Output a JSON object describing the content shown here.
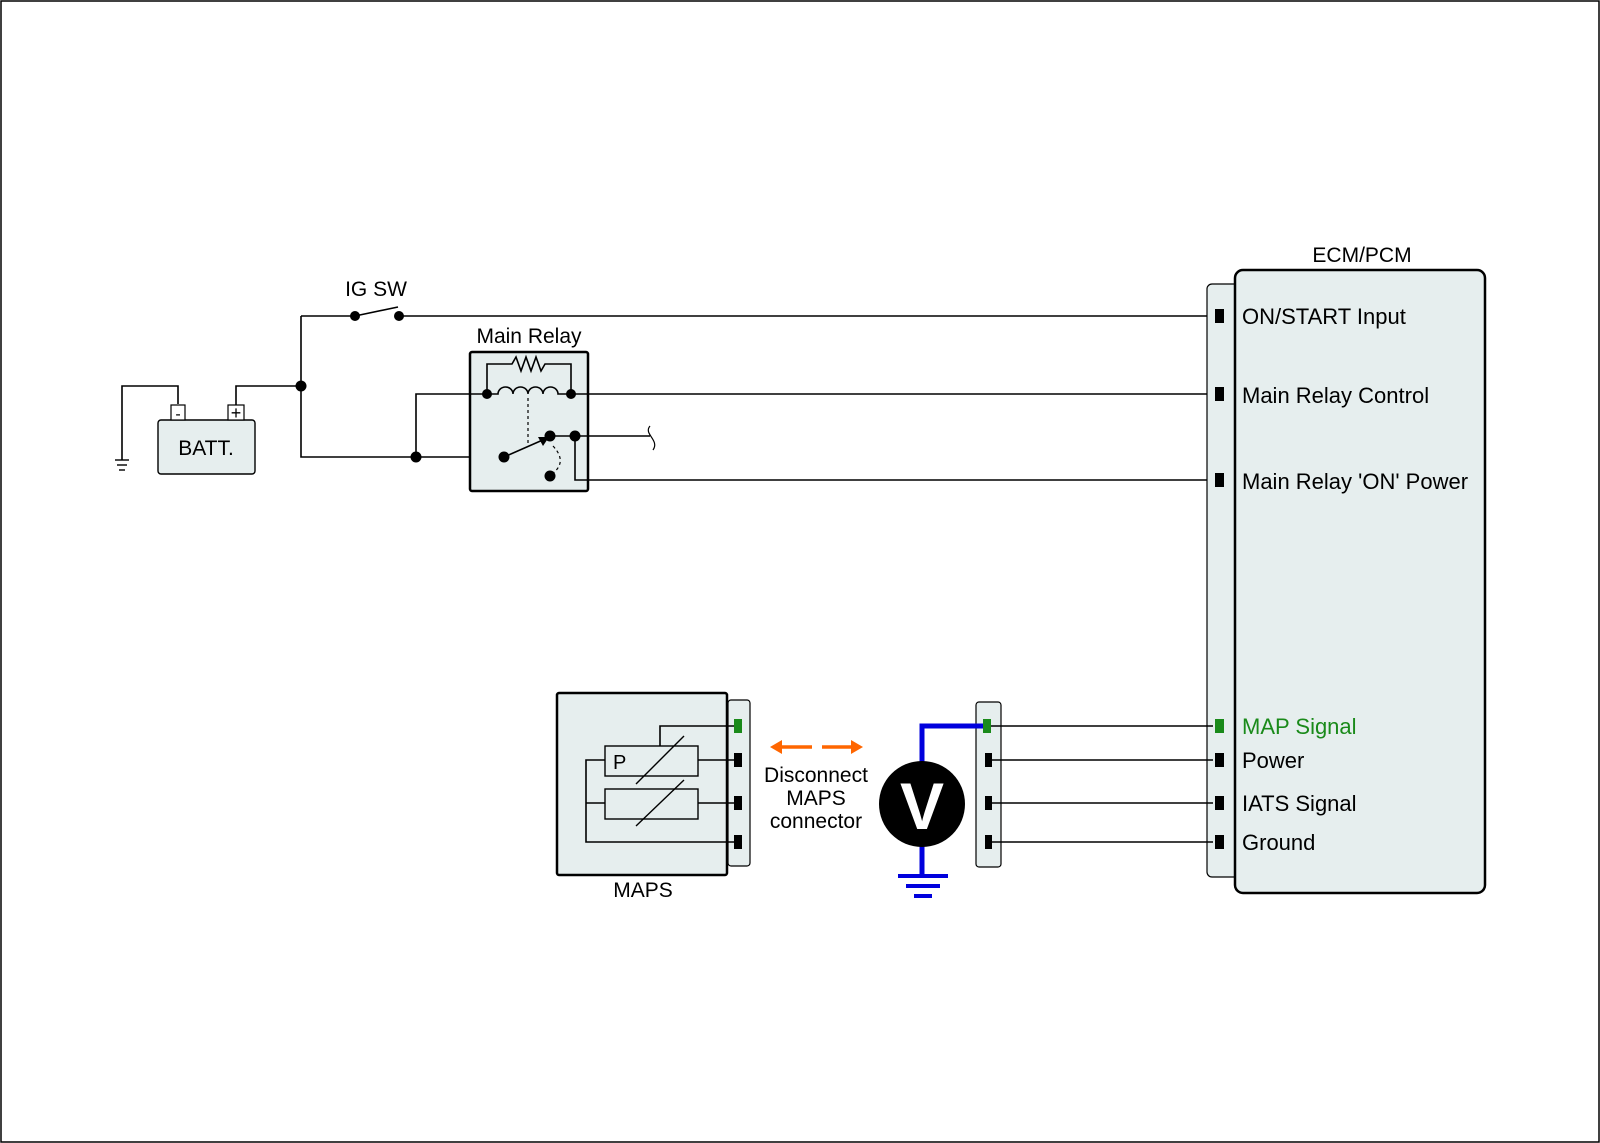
{
  "colors": {
    "box_fill": "#e6eeee",
    "wire": "#000000",
    "active_pin": "#1a8a1a",
    "meter_wire": "#0000dd",
    "arrow": "#ff6600"
  },
  "battery": {
    "label": "BATT.",
    "neg": "-",
    "pos": "+"
  },
  "ig_switch": {
    "label": "IG SW"
  },
  "main_relay": {
    "label": "Main Relay"
  },
  "ecm": {
    "label": "ECM/PCM",
    "pins": [
      {
        "label": "ON/START Input"
      },
      {
        "label": "Main Relay Control"
      },
      {
        "label": "Main Relay 'ON' Power"
      },
      {
        "label": "MAP Signal",
        "active": true
      },
      {
        "label": "Power"
      },
      {
        "label": "IATS Signal"
      },
      {
        "label": "Ground"
      }
    ]
  },
  "maps": {
    "label": "MAPS",
    "sensor_letter": "P"
  },
  "instruction": {
    "line1": "Disconnect",
    "line2": "MAPS",
    "line3": "connector"
  },
  "meter": {
    "symbol": "V"
  }
}
